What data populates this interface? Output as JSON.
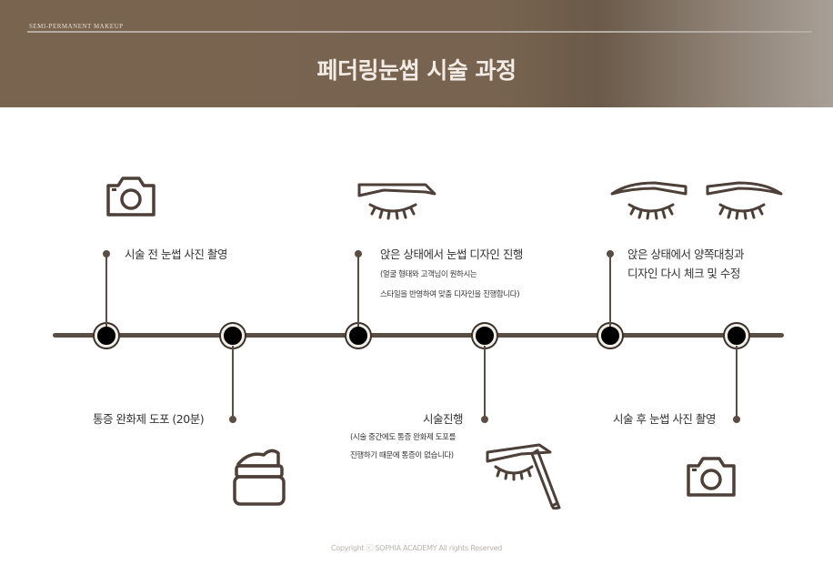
{
  "header": {
    "brand": "SEMI-PERMANENT MAKEUP",
    "title": "페더링눈썹 시술 과정"
  },
  "steps": [
    {
      "label": "시술 전 눈썹 사진 촬영",
      "icon": "camera-icon"
    },
    {
      "label": "통증 완화제 도포 (20분)",
      "icon": "cream-jar-icon"
    },
    {
      "label": "앉은 상태에서 눈썹 디자인 진행",
      "note1": "(얼굴 형태와 고객님이 원하시는",
      "note2": "스타일을 반영하여 맞춤 디자인을 진행합니다)",
      "icon": "eye-brow-icon"
    },
    {
      "label": "시술진행",
      "note1": "(시술 중간에도 통증 완화제 도포를",
      "note2": "진행하기 때문에 통증이 없습니다)",
      "icon": "eye-pencil-icon"
    },
    {
      "label1": "앉은 상태에서 양쪽대칭과",
      "label2": "디자인 다시 체크 및 수정",
      "icon": "two-eyes-icon"
    },
    {
      "label": "시술 후 눈썹 사진 촬영",
      "icon": "camera-icon"
    }
  ],
  "footer": {
    "copyright": "Copyright ⓒ SOPHIA ACADEMY All rights Reserved"
  },
  "colors": {
    "header": "#77634f",
    "line": "#5a4d43"
  }
}
